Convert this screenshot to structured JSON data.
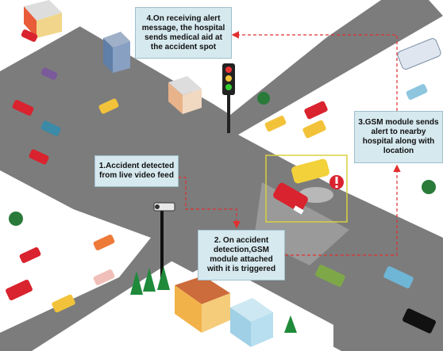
{
  "steps": {
    "step1": "1.Accident detected from live video feed",
    "step2": "2. On accident detection,GSM module attached with it is triggered",
    "step3": "3.GSM module sends alert to nearby hospital along with location",
    "step4": "4.On receiving alert message, the hospital sends medical aid at the accident spot"
  },
  "colors": {
    "road": "#7a7a7a",
    "ground": "#ffffff",
    "callout_bg": "#d6e9ef",
    "arrow": "#e03030",
    "accident_box": "#d8d040"
  },
  "icons": [
    "hospital-building-icon",
    "traffic-light-icon",
    "cctv-camera-icon",
    "bus-icon",
    "alert-icon",
    "accident-cars-icon",
    "tree-icon",
    "car-icon"
  ]
}
